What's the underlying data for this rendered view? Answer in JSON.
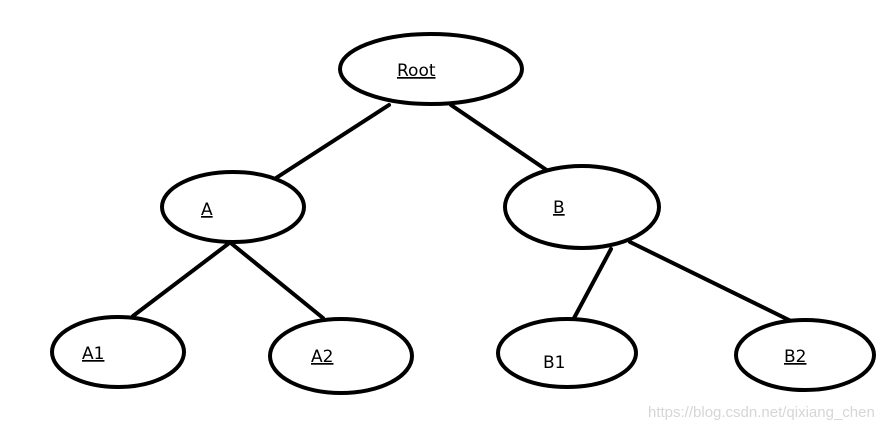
{
  "diagram": {
    "nodes": [
      {
        "id": "root",
        "label": "Root",
        "underline": true
      },
      {
        "id": "a",
        "label": "A",
        "underline": true
      },
      {
        "id": "b",
        "label": "B",
        "underline": true
      },
      {
        "id": "a1",
        "label": "A1",
        "underline": true
      },
      {
        "id": "a2",
        "label": "A2",
        "underline": true
      },
      {
        "id": "b1",
        "label": "B1",
        "underline": false
      },
      {
        "id": "b2",
        "label": "B2",
        "underline": true
      }
    ],
    "edges": [
      {
        "from": "root",
        "to": "a"
      },
      {
        "from": "root",
        "to": "b"
      },
      {
        "from": "a",
        "to": "a1"
      },
      {
        "from": "a",
        "to": "a2"
      },
      {
        "from": "b",
        "to": "b1"
      },
      {
        "from": "b",
        "to": "b2"
      }
    ],
    "colors": {
      "stroke": "#000000",
      "fill": "#ffffff",
      "watermark": "#d6d6d6"
    }
  },
  "watermark": "https://blog.csdn.net/qixiang_chen"
}
